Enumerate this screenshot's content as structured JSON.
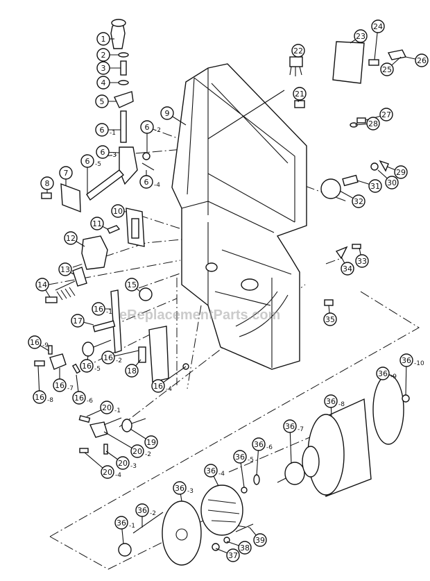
{
  "watermark": "eReplacementParts.com",
  "diagram": {
    "callouts": [
      {
        "num": "1",
        "suffix": ""
      },
      {
        "num": "2",
        "suffix": ""
      },
      {
        "num": "3",
        "suffix": ""
      },
      {
        "num": "4",
        "suffix": ""
      },
      {
        "num": "5",
        "suffix": ""
      },
      {
        "num": "6",
        "suffix": "-1"
      },
      {
        "num": "6",
        "suffix": "-2"
      },
      {
        "num": "6",
        "suffix": "-3"
      },
      {
        "num": "6",
        "suffix": "-4"
      },
      {
        "num": "6",
        "suffix": "-5"
      },
      {
        "num": "7",
        "suffix": ""
      },
      {
        "num": "8",
        "suffix": ""
      },
      {
        "num": "9",
        "suffix": ""
      },
      {
        "num": "10",
        "suffix": ""
      },
      {
        "num": "11",
        "suffix": ""
      },
      {
        "num": "12",
        "suffix": ""
      },
      {
        "num": "13",
        "suffix": ""
      },
      {
        "num": "14",
        "suffix": ""
      },
      {
        "num": "15",
        "suffix": ""
      },
      {
        "num": "16",
        "suffix": "-1"
      },
      {
        "num": "17",
        "suffix": ""
      },
      {
        "num": "16",
        "suffix": "-9"
      },
      {
        "num": "16",
        "suffix": "-5"
      },
      {
        "num": "16",
        "suffix": "-2"
      },
      {
        "num": "18",
        "suffix": ""
      },
      {
        "num": "16",
        "suffix": "-7"
      },
      {
        "num": "16",
        "suffix": "-6"
      },
      {
        "num": "16",
        "suffix": "-8"
      },
      {
        "num": "16",
        "suffix": "-4"
      },
      {
        "num": "20",
        "suffix": "-1"
      },
      {
        "num": "19",
        "suffix": ""
      },
      {
        "num": "20",
        "suffix": "-2"
      },
      {
        "num": "20",
        "suffix": "-3"
      },
      {
        "num": "20",
        "suffix": "-4"
      },
      {
        "num": "21",
        "suffix": ""
      },
      {
        "num": "22",
        "suffix": ""
      },
      {
        "num": "23",
        "suffix": ""
      },
      {
        "num": "24",
        "suffix": ""
      },
      {
        "num": "25",
        "suffix": ""
      },
      {
        "num": "26",
        "suffix": ""
      },
      {
        "num": "27",
        "suffix": ""
      },
      {
        "num": "28",
        "suffix": ""
      },
      {
        "num": "29",
        "suffix": ""
      },
      {
        "num": "30",
        "suffix": ""
      },
      {
        "num": "31",
        "suffix": ""
      },
      {
        "num": "32",
        "suffix": ""
      },
      {
        "num": "33",
        "suffix": ""
      },
      {
        "num": "34",
        "suffix": ""
      },
      {
        "num": "35",
        "suffix": ""
      },
      {
        "num": "36",
        "suffix": "-10"
      },
      {
        "num": "36",
        "suffix": "-9"
      },
      {
        "num": "36",
        "suffix": "-8"
      },
      {
        "num": "36",
        "suffix": "-7"
      },
      {
        "num": "36",
        "suffix": "-6"
      },
      {
        "num": "36",
        "suffix": "-5"
      },
      {
        "num": "36",
        "suffix": "-4"
      },
      {
        "num": "36",
        "suffix": "-3"
      },
      {
        "num": "36",
        "suffix": "-2"
      },
      {
        "num": "36",
        "suffix": "-1"
      },
      {
        "num": "37",
        "suffix": ""
      },
      {
        "num": "38",
        "suffix": ""
      },
      {
        "num": "39",
        "suffix": ""
      }
    ]
  }
}
